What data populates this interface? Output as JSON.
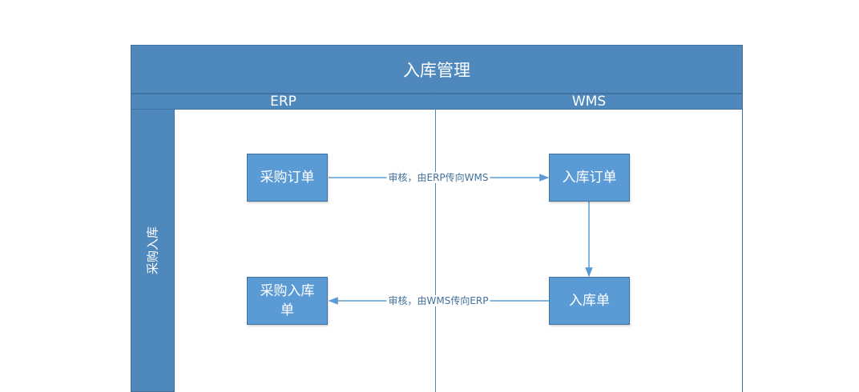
{
  "diagram": {
    "title": "入库管理",
    "lanes": [
      "ERP",
      "WMS"
    ],
    "row_label": "采购入库",
    "nodes": {
      "purchase_order": "采购订单",
      "inbound_order": "入库订单",
      "purchase_inbound": "采购入库单",
      "inbound_receipt": "入库单"
    },
    "edges": {
      "erp_to_wms": "审核，由ERP传向WMS",
      "wms_to_erp": "审核，由WMS传向ERP"
    },
    "colors": {
      "header_fill": "#4e88bd",
      "node_fill": "#5b9bd5",
      "border": "#41719c",
      "text_on_fill": "#ffffff"
    }
  }
}
